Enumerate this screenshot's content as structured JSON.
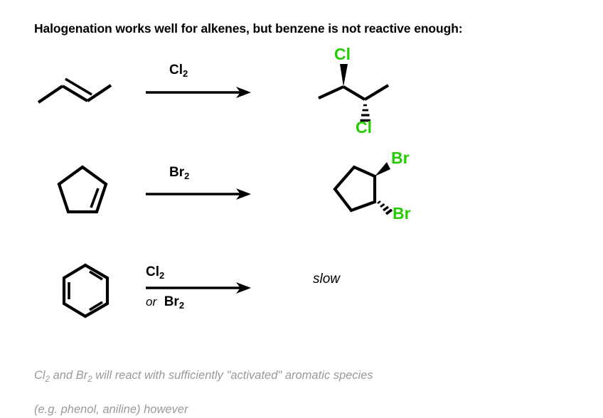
{
  "title": "Halogenation works well for alkenes, but benzene is not reactive enough:",
  "reactions": [
    {
      "id": "reaction-1",
      "substrate_name": "trans-2-butene",
      "reagent_label": "Cl",
      "reagent_subscript": "2",
      "product_name": "2,3-dichlorobutane",
      "product_labels": [
        "Cl",
        "Cl"
      ],
      "result_note": ""
    },
    {
      "id": "reaction-2",
      "substrate_name": "cyclopentene",
      "reagent_label": "Br",
      "reagent_subscript": "2",
      "product_name": "trans-1,2-dibromocyclopentane",
      "product_labels": [
        "Br",
        "Br"
      ],
      "result_note": ""
    },
    {
      "id": "reaction-3",
      "substrate_name": "benzene",
      "reagent_label": "Cl",
      "reagent_subscript": "2",
      "reagent_alt_connector": "or",
      "reagent_alt_label": "Br",
      "reagent_alt_subscript": "2",
      "product_name": "",
      "product_labels": [],
      "result_note": "slow"
    }
  ],
  "footnote": {
    "line1_before": "Cl",
    "line1_sub1": "2",
    "line1_mid": " and Br",
    "line1_sub2": "2",
    "line1_after": " will react with sufficiently \"activated\" aromatic species",
    "line2": "(e.g. phenol, aniline) however"
  },
  "colors": {
    "halogen_green": "#22cc00",
    "bond_black": "#000000",
    "footnote_gray": "#9a9a9a",
    "background": "#ffffff"
  }
}
